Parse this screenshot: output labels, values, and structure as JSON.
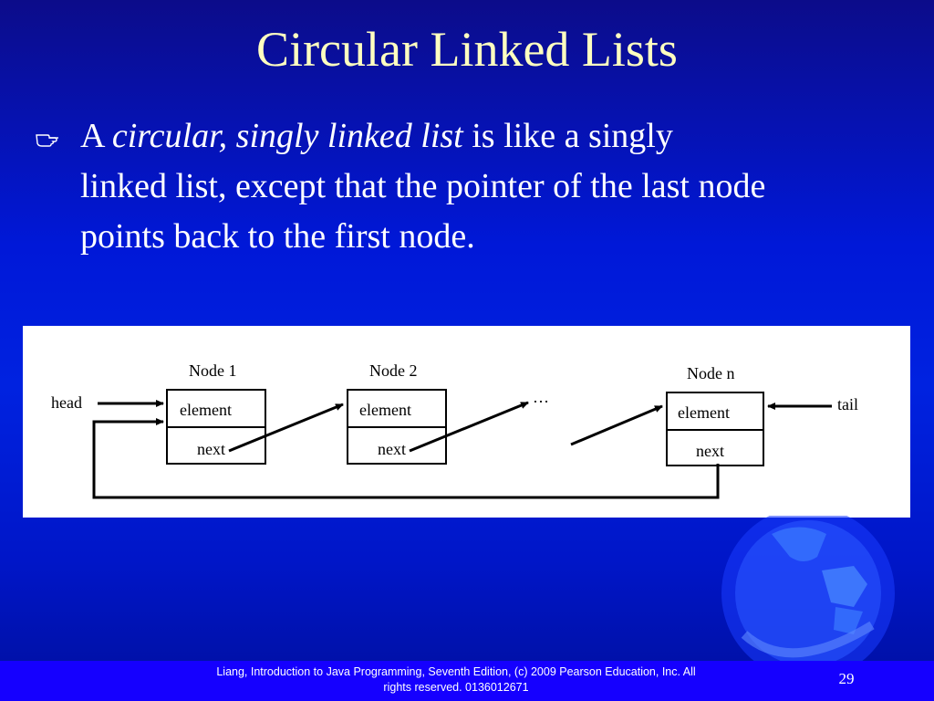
{
  "slide": {
    "title": "Circular Linked Lists",
    "bullet": {
      "icon": "pointing-hand-icon",
      "prefix": "A ",
      "emphasis": "circular, singly linked list",
      "line1_rest": " is like a singly",
      "line2": "linked list, except that the pointer of the last node",
      "line3": "points back to the first node."
    },
    "diagram": {
      "head_label": "head",
      "tail_label": "tail",
      "ellipsis": "…",
      "nodes": [
        {
          "title": "Node 1",
          "element": "element",
          "next": "next"
        },
        {
          "title": "Node 2",
          "element": "element",
          "next": "next"
        },
        {
          "title": "Node n",
          "element": "element",
          "next": "next"
        }
      ]
    },
    "footer": {
      "line1": "Liang, Introduction to Java Programming, Seventh Edition, (c) 2009 Pearson Education, Inc. All",
      "line2": "rights reserved. 0136012671",
      "page_number": "29"
    },
    "colors": {
      "title": "#ffffc0",
      "footer_bar": "#1500ff"
    }
  }
}
